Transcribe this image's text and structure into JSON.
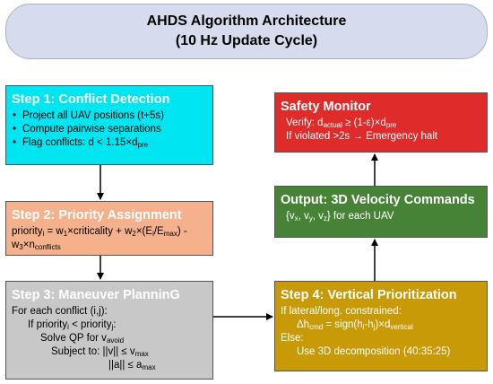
{
  "title": {
    "line1": "AHDS Algorithm Architecture",
    "line2": "(10 Hz Update Cycle)"
  },
  "step1": {
    "header": "Step 1: Conflict Detection",
    "bullets": [
      "Project all UAV positions (t+5s)",
      "Compute pairwise separations"
    ],
    "bullet3_prefix": "Flag conflicts: d < 1.15×d",
    "bullet3_sub": "pre"
  },
  "step2": {
    "header": "Step 2: Priority Assignment",
    "p1": "priority",
    "p1_sub": "i",
    "p2": " = w",
    "p2_sub": "1",
    "p3": "×criticality + w",
    "p3_sub": "2",
    "p4": "×(E",
    "p4_sub": "i",
    "p5": "/E",
    "p5_sub": "max",
    "p6": ") -",
    "p7": "w",
    "p7_sub": "3",
    "p8": "×n",
    "p8_sub": "conflicts"
  },
  "step3": {
    "header": "Step 3: Maneuver PlanninG",
    "l1": "For each conflict (i,j):",
    "l2a": "If priority",
    "l2a_sub": "i",
    "l2b": " < priority",
    "l2b_sub": "j",
    "l2c": ":",
    "l3a": "Solve QP for v",
    "l3a_sub": "avoid",
    "l4a": "Subject to: ||v|| ≤ v",
    "l4a_sub": "max",
    "l5a": "||a|| ≤ a",
    "l5a_sub": "max"
  },
  "step4": {
    "header": "Step 4: Vertical Prioritization",
    "l1": "If lateral/long. constrained:",
    "l2a": "Δh",
    "l2a_sub": "cmd",
    "l2b": " = sign(h",
    "l2b_sub": "i",
    "l2c": "-h",
    "l2c_sub": "j",
    "l2d": ")×d",
    "l2d_sub": "vertical",
    "l3": "Else:",
    "l4": "Use 3D decomposition (40:35:25)"
  },
  "output": {
    "header": "Output: 3D Velocity Commands",
    "l1a": "{v",
    "l1a_sub": "x",
    "l1b": ", v",
    "l1b_sub": "y",
    "l1c": ", v",
    "l1c_sub": "z",
    "l1d": "} for each UAV"
  },
  "safety": {
    "header": "Safety Monitor",
    "l1a": "Verify: d",
    "l1a_sub": "actual",
    "l1b": " ≥ (1-ε)×d",
    "l1b_sub": "pre",
    "l2": "If violated >2s → Emergency halt"
  },
  "colors": {
    "step1": "#00e5f2",
    "step2": "#f5b18b",
    "step3": "#c8c8c8",
    "step4": "#c89a08",
    "output": "#478336",
    "safety": "#e02b2b",
    "title_bg": "#d6dced"
  }
}
